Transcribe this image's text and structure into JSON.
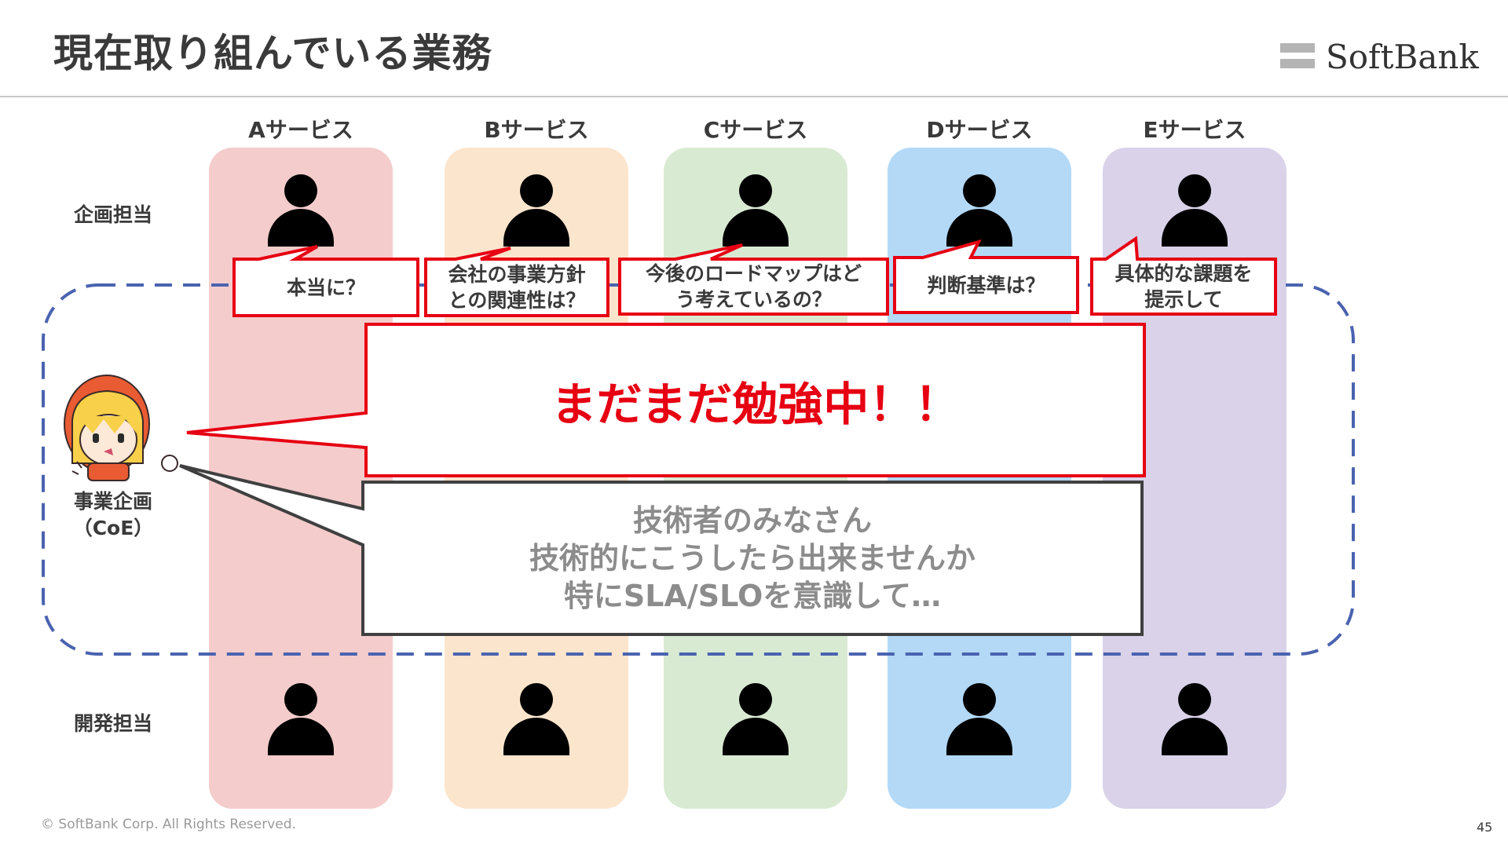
{
  "title": "現在取り組んでいる業務",
  "logo_text": "SoftBank",
  "services": [
    {
      "label": "Aサービス",
      "color": "#f4cccc"
    },
    {
      "label": "Bサービス",
      "color": "#fce5cd"
    },
    {
      "label": "Cサービス",
      "color": "#d9ead3"
    },
    {
      "label": "Dサービス",
      "color": "#b3d9f7"
    },
    {
      "label": "Eサービス",
      "color": "#d9d2e9"
    }
  ],
  "row_labels": {
    "planning": "企画担当",
    "development": "開発担当"
  },
  "questions": [
    "本当に？",
    "会社の事業方針\nとの関連性は？",
    "今後のロードマップはど\nう考えているの？",
    "判断基準は？",
    "具体的な課題を\n提示して"
  ],
  "main_message": "まだまだ勉強中！！",
  "grey_message": [
    "技術者のみなさん",
    "技術的にこうしたら出来ませんか",
    "特にSLA/SLOを意識して…"
  ],
  "coe_label": "事業企画\n（CoE）",
  "copyright": "© SoftBank Corp. All Rights Reserved.",
  "page_number": "45",
  "colors": {
    "accent_red": "#e60012",
    "dashed_blue": "#4a63b0"
  }
}
